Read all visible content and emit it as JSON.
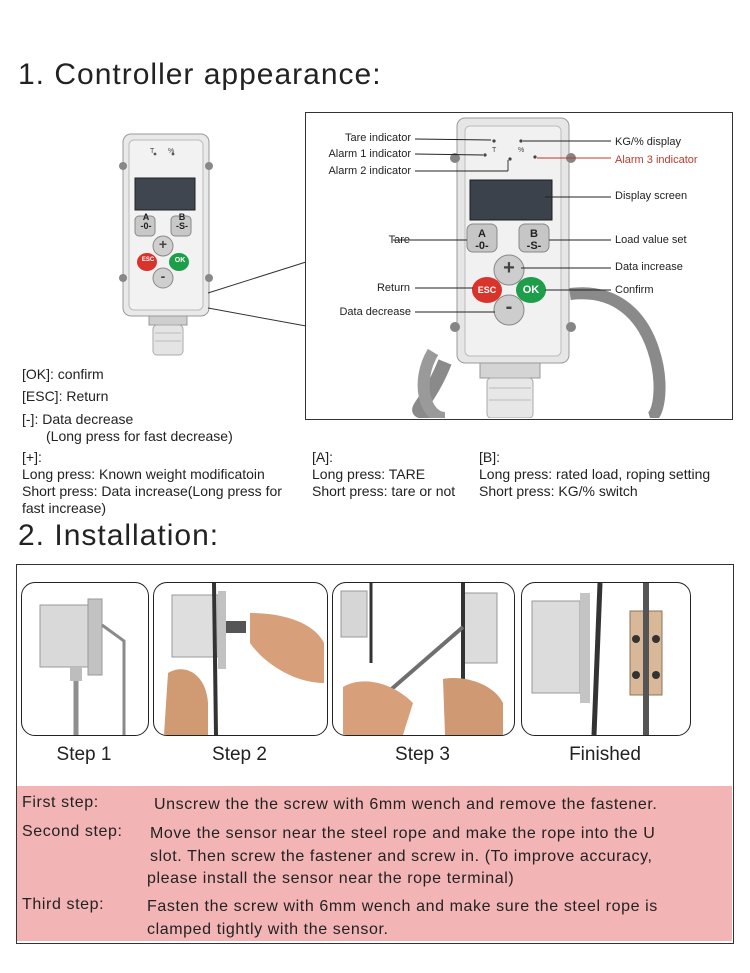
{
  "section1": {
    "title": "1. Controller appearance:",
    "small_device": {
      "tare_mark": "T",
      "percent_mark": "%",
      "btn_a": "A",
      "btn_a_sub": "-0-",
      "btn_b": "B",
      "btn_b_sub": "-S-",
      "esc": "ESC",
      "ok": "OK",
      "plus": "+",
      "minus": "-"
    },
    "callouts": {
      "tare_indicator": "Tare indicator",
      "alarm1_indicator": "Alarm 1 indicator",
      "alarm2_indicator": "Alarm 2 indicator",
      "kg_display": "KG/% display",
      "alarm3_indicator": "Alarm 3 indicator",
      "display_screen": "Display screen",
      "tare": "Tare",
      "load_value_set": "Load value set",
      "data_increase": "Data increase",
      "return": "Return",
      "confirm": "Confirm",
      "data_decrease": "Data decrease"
    },
    "notes": {
      "ok": "[OK]: confirm",
      "esc": "[ESC]: Return",
      "minus_line1": "[-]: Data decrease",
      "minus_line2": "(Long press for fast decrease)",
      "plus_title": "[+]:",
      "plus_long": "Long press: Known weight modificatoin",
      "plus_short": "Short press: Data increase(Long press for fast increase)",
      "a_title": "[A]:",
      "a_long": "Long press: TARE",
      "a_short": "Short press: tare or not",
      "b_title": "[B]:",
      "b_long": "Long press: rated load, roping setting",
      "b_short": "Short press: KG/% switch"
    },
    "colors": {
      "alarm3": "#c0392b",
      "esc_button": "#d9342b",
      "ok_button": "#1e9e4a"
    }
  },
  "section2": {
    "title": "2. Installation:",
    "step_labels": [
      "Step 1",
      "Step 2",
      "Step 3",
      "Finished"
    ],
    "instructions": {
      "first_label": "First step:",
      "first_text": "Unscrew the the screw with 6mm wench and remove the fastener.",
      "second_label": "Second step:",
      "second_line1": "Move the sensor near the steel rope and make the rope into the U",
      "second_line2": "slot. Then screw the fastener and screw in. (To improve accuracy,",
      "second_line3": "please install the sensor near the rope terminal)",
      "third_label": "Third step:",
      "third_line1": "Fasten the screw with 6mm wench and make sure the steel rope is",
      "third_line2": "clamped tightly with the sensor."
    },
    "panel_color": "#f3b4b5"
  }
}
